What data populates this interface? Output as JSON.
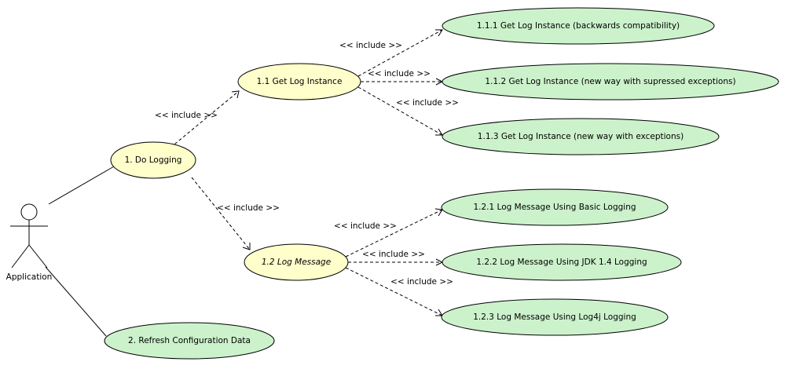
{
  "actor": {
    "label": "Application"
  },
  "use_cases": {
    "do_logging": "1. Do Logging",
    "get_log_instance": "1.1 Get Log Instance",
    "get_log_backwards": "1.1.1 Get Log Instance (backwards compatibility)",
    "get_log_supressed": "1.1.2 Get Log Instance (new way with supressed exceptions)",
    "get_log_exceptions": "1.1.3 Get Log Instance (new way with exceptions)",
    "log_message": "1.2 Log Message",
    "log_basic": "1.2.1 Log Message Using Basic Logging",
    "log_jdk": "1.2.2 Log Message Using JDK 1.4 Logging",
    "log_log4j": "1.2.3 Log Message Using Log4j Logging",
    "refresh_config": "2. Refresh Configuration Data"
  },
  "include_label": "<< include >>",
  "colors": {
    "primary_use_case": "#ffffcc",
    "leaf_use_case": "#ccf2cc",
    "line": "#000000"
  }
}
